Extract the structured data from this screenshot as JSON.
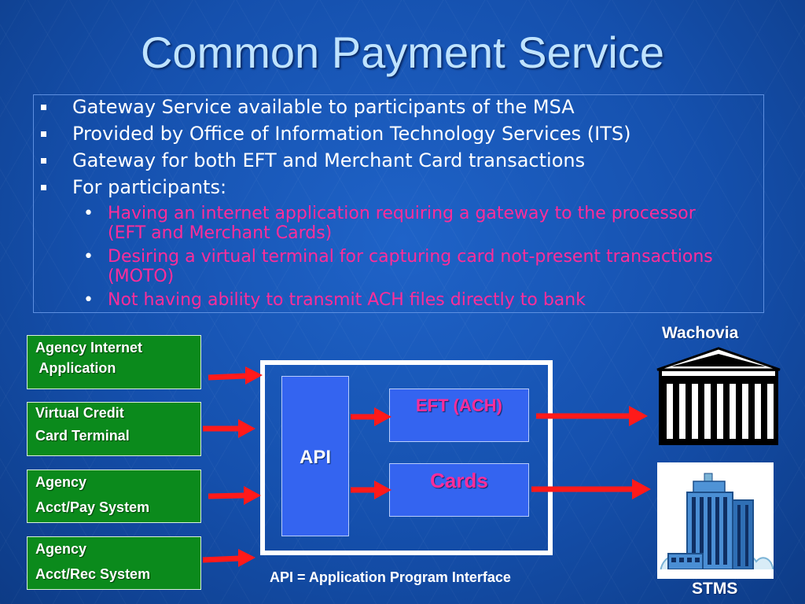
{
  "title": "Common Payment Service",
  "bullets": [
    "Gateway Service available to participants of the MSA",
    "Provided by Office of Information Technology Services (ITS)",
    "Gateway for both EFT and Merchant Card transactions",
    "For participants:"
  ],
  "sub_bullets": [
    "Having an internet application requiring a gateway to the processor (EFT and Merchant Cards)",
    "Desiring a virtual terminal for capturing card not-present transactions (MOTO)",
    "Not having ability to transmit ACH files directly to bank"
  ],
  "sub_bullet_glyph": "•",
  "diagram": {
    "sources": [
      {
        "line1": "Agency Internet",
        "line2": " Application"
      },
      {
        "line1": "Virtual Credit",
        "line2": "Card Terminal"
      },
      {
        "line1": "Agency",
        "line2": "Acct/Pay System"
      },
      {
        "line1": "Agency",
        "line2": "Acct/Rec System"
      }
    ],
    "api_label": "API",
    "eft_label": "EFT (ACH)",
    "cards_label": "Cards",
    "caption": "API = Application Program Interface",
    "bank_label": "Wachovia",
    "stms_label": "STMS"
  },
  "colors": {
    "arrow": "#ff1a1a",
    "source_box": "#0b8a1c",
    "module_box": "#3464f0",
    "highlight_text": "#ff2d9a"
  },
  "icons": [
    "bank-building-icon",
    "office-tower-icon"
  ]
}
